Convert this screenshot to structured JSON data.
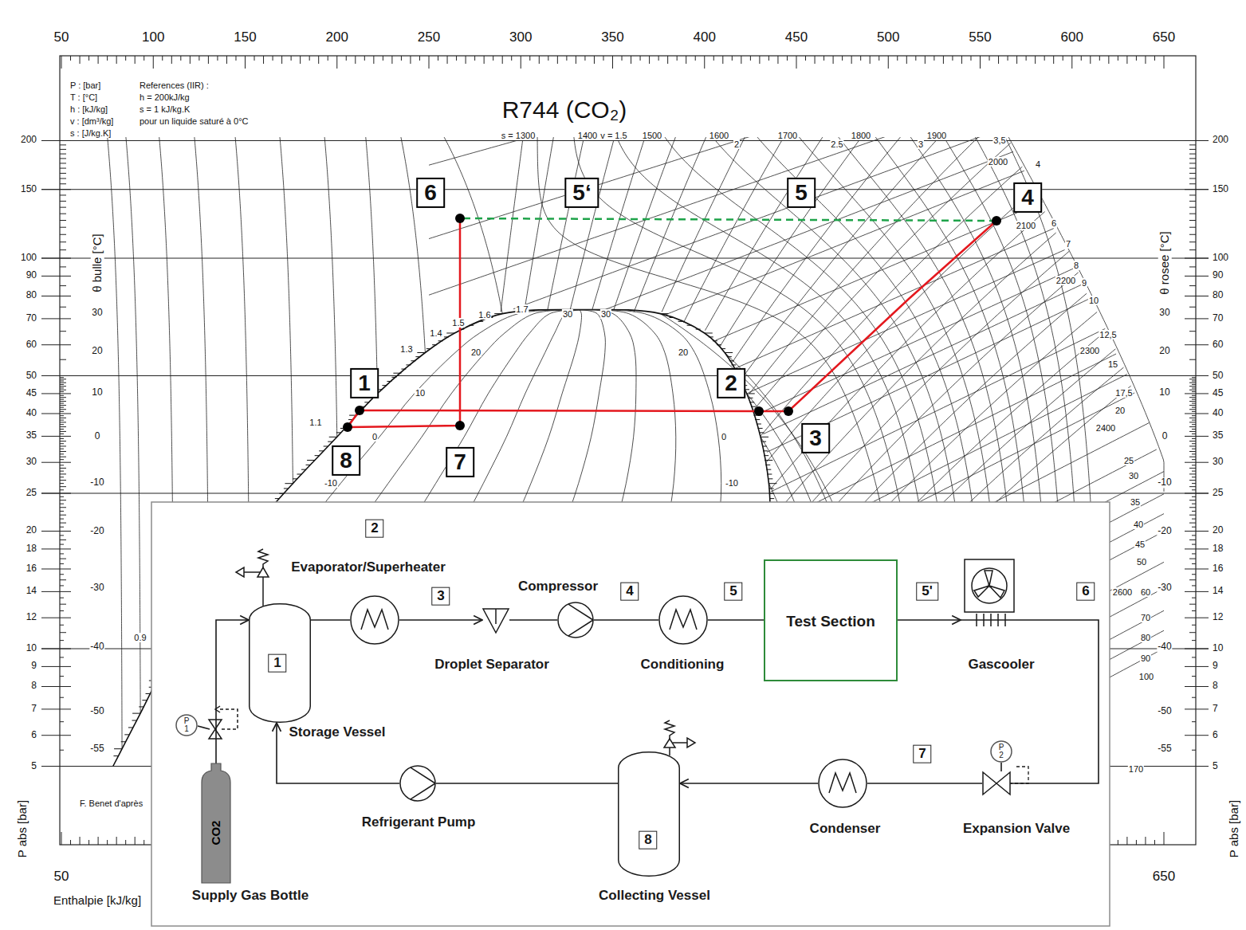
{
  "diagram": {
    "title": "R744 (CO₂)",
    "nodes": [
      {
        "text": [
          "1",
          "Storage Vessel"
        ]
      },
      {
        "text": [
          "Evaporator/Superheater"
        ]
      },
      {
        "text": [
          "Droplet Separator"
        ]
      },
      {
        "text": [
          "Compressor"
        ]
      },
      {
        "text": [
          "Conditioning"
        ]
      },
      {
        "text": [
          "Test Section"
        ]
      },
      {
        "text": [
          "Gascooler"
        ]
      },
      {
        "text": [
          "Expansion Valve"
        ]
      },
      {
        "text": [
          "Condenser"
        ]
      },
      {
        "text": [
          "8",
          "Collecting Vessel"
        ]
      },
      {
        "text": [
          "Refrigerant Pump"
        ]
      },
      {
        "text": [
          "CO2",
          "Supply Gas Bottle"
        ]
      },
      {
        "text": [
          "P 1"
        ]
      },
      {
        "text": [
          "P 2"
        ]
      }
    ],
    "edges": [
      {
        "from": 0,
        "to": 1,
        "arrow": "none"
      },
      {
        "from": 1,
        "to": 2,
        "arrow": "to"
      },
      {
        "from": 2,
        "to": 3,
        "arrow": "none"
      },
      {
        "from": 3,
        "to": 4,
        "arrow": "none"
      },
      {
        "from": 4,
        "to": 5,
        "arrow": "none"
      },
      {
        "from": 5,
        "to": 6,
        "arrow": "to"
      },
      {
        "from": 6,
        "to": 7,
        "arrow": "none"
      },
      {
        "from": 7,
        "to": 8,
        "arrow": "none"
      },
      {
        "from": 8,
        "to": 9,
        "arrow": "to"
      },
      {
        "from": 9,
        "to": 10,
        "arrow": "none"
      },
      {
        "from": 10,
        "to": 0,
        "arrow": "to"
      },
      {
        "from": 11,
        "to": 0,
        "arrow": "to"
      },
      {
        "from": 13,
        "to": 7,
        "arrow": "none"
      }
    ],
    "labels": [
      "50",
      "100",
      "150",
      "200",
      "250",
      "300",
      "350",
      "400",
      "450",
      "500",
      "550",
      "600",
      "650",
      "50",
      "650",
      "200",
      "150",
      "100",
      "90",
      "80",
      "70",
      "60",
      "50",
      "45",
      "40",
      "35",
      "30",
      "25",
      "20",
      "18",
      "16",
      "14",
      "12",
      "10",
      "9",
      "8",
      "7",
      "6",
      "5",
      "200",
      "150",
      "100",
      "90",
      "80",
      "70",
      "60",
      "50",
      "45",
      "40",
      "35",
      "30",
      "25",
      "20",
      "18",
      "16",
      "14",
      "12",
      "10",
      "9",
      "8",
      "7",
      "6",
      "5",
      "30",
      "20",
      "10",
      "0",
      "-10",
      "-20",
      "-30",
      "-40",
      "-50",
      "-55",
      "30",
      "20",
      "10",
      "0",
      "-10",
      "-20",
      "-30",
      "-40",
      "-50",
      "-55",
      "θ bulle [°C]",
      "θ rosee [°C]",
      "P abs [bar]",
      "P abs [bar]",
      "Enthalpie [kJ/kg]",
      "P : [bar]",
      "T : [°C]",
      "h : [kJ/kg]",
      "v : [dm³/kg]",
      "s : [J/kg.K]",
      "References (IIR) :",
      "h = 200kJ/kg",
      "s = 1 kJ/kg.K",
      "pour un liquide saturé à 0°C",
      "s = 1300",
      "1400",
      "1500",
      "1600",
      "1700",
      "1800",
      "1900",
      "2000",
      "2100",
      "2200",
      "2300",
      "2400",
      "2600",
      "v = 1.5",
      "2",
      "2.5",
      "3",
      "3,5",
      "4",
      "6",
      "7",
      "8",
      "9",
      "10",
      "12,5",
      "15",
      "17,5",
      "20",
      "25",
      "30",
      "35",
      "40",
      "45",
      "50",
      "60",
      "70",
      "80",
      "90",
      "100",
      "170",
      "1.1",
      "1.3",
      "1.4",
      "1.5",
      "1.6",
      "1.7",
      "0.9",
      "30",
      "30",
      "20",
      "10",
      "0",
      "-10",
      "20",
      "0",
      "-10",
      "6",
      "5‘",
      "5",
      "4",
      "1",
      "2",
      "3",
      "8",
      "7",
      "2",
      "3",
      "4",
      "5",
      "5'",
      "6",
      "7",
      "F. Benet d'après"
    ]
  }
}
